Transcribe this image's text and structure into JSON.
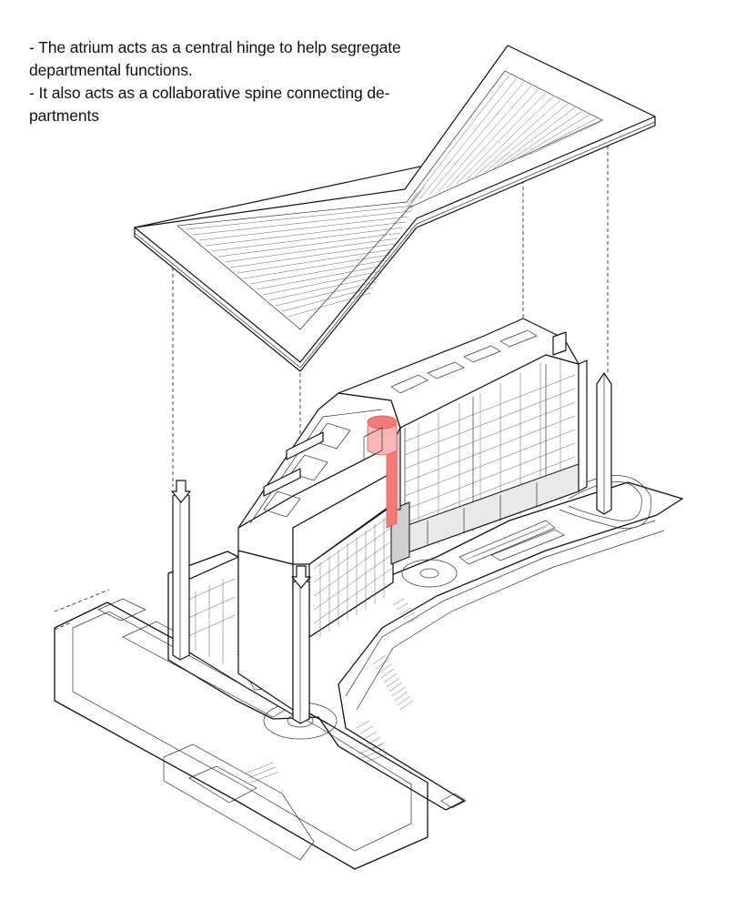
{
  "notes": [
    "- The atrium acts as a central hinge to help segregate",
    "departmental functions.",
    "- It also acts as a collaborative spine connecting de-",
    "partments"
  ],
  "colors": {
    "line": "#111111",
    "atrium": "#f47a7a",
    "atrium_light": "#f9b6b6"
  }
}
